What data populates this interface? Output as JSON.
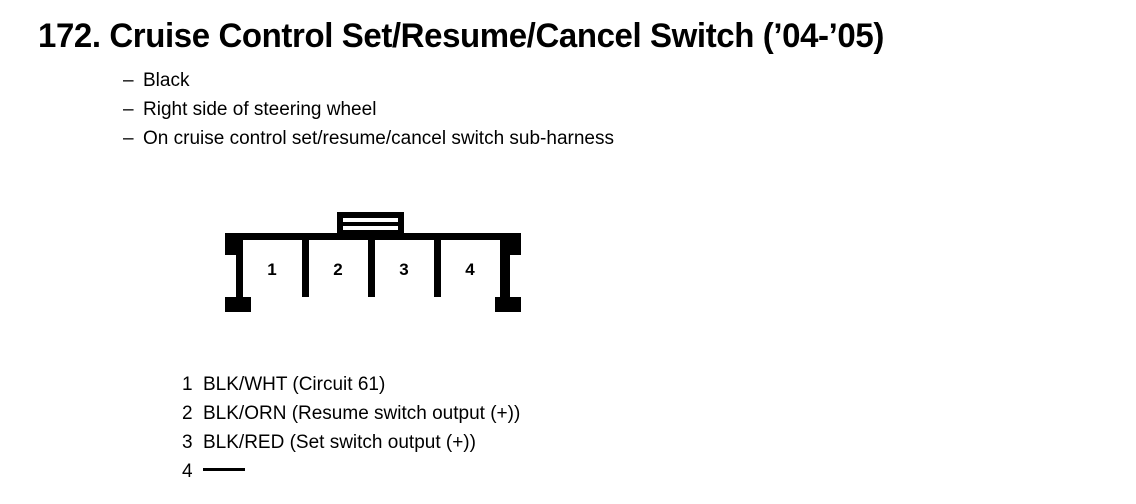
{
  "title": {
    "number": "172.",
    "text": "Cruise Control Set/Resume/Cancel Switch (’04-’05)"
  },
  "description": {
    "bullet_marker": "–",
    "items": [
      "Black",
      "Right side of steering wheel",
      "On cruise control set/resume/cancel switch sub-harness"
    ]
  },
  "connector": {
    "cavity_count": 4,
    "cavity_labels": [
      "1",
      "2",
      "3",
      "4"
    ],
    "outline_color": "#000000",
    "fill_color": "#ffffff"
  },
  "pin_legend": [
    {
      "pin": "1",
      "text": "BLK/WHT (Circuit 61)",
      "unused": false
    },
    {
      "pin": "2",
      "text": "BLK/ORN (Resume switch output (+))",
      "unused": false
    },
    {
      "pin": "3",
      "text": "BLK/RED (Set switch output (+))",
      "unused": false
    },
    {
      "pin": "4",
      "text": "—",
      "unused": true
    }
  ]
}
